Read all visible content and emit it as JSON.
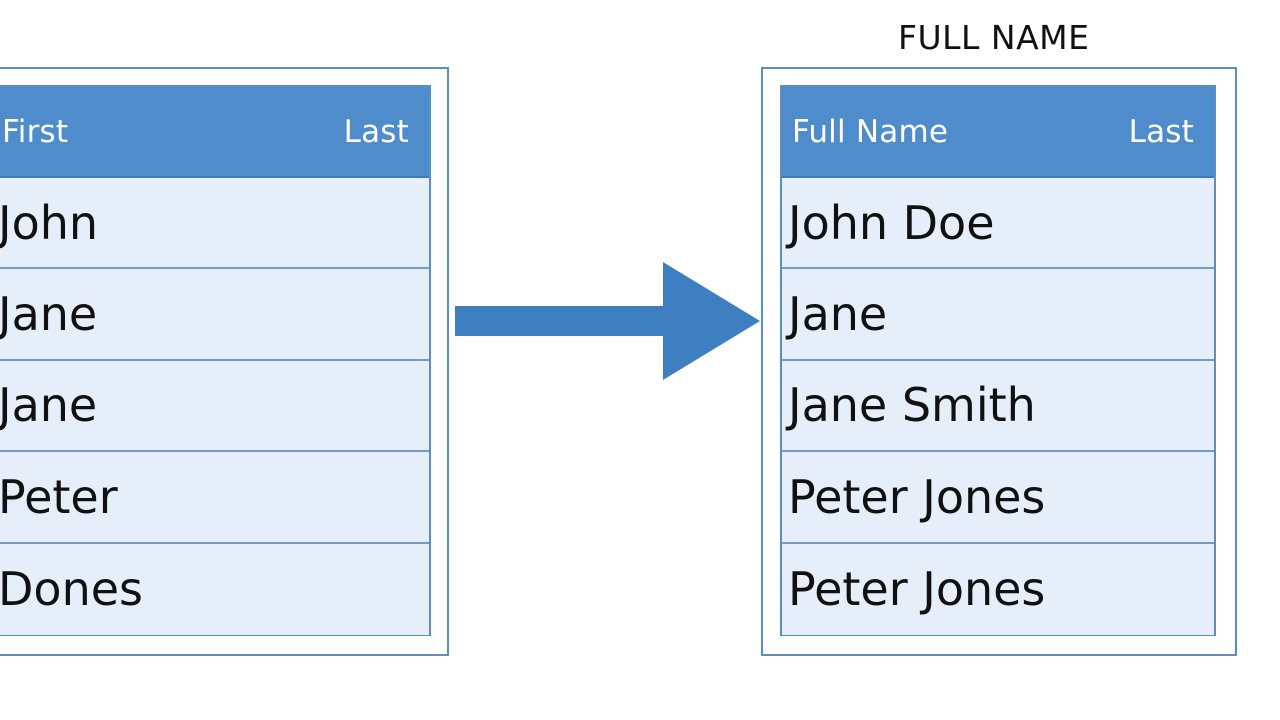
{
  "source_table": {
    "headers": [
      "First",
      "Last"
    ],
    "rows": [
      "John",
      "Jane",
      "Jane",
      "Peter",
      "Dones"
    ]
  },
  "result_table": {
    "title": "FULL NAME",
    "headers": [
      "Full Name",
      "Last"
    ],
    "rows": [
      "John Doe",
      "Jane",
      "Jane Smith",
      "Peter Jones",
      "Peter Jones"
    ]
  },
  "colors": {
    "header_blue": "#4f8ccb",
    "row_fill": "#e6eef9",
    "border_blue": "#5a8fc4",
    "arrow_blue": "#3d7fc1"
  },
  "icons": {
    "transform_arrow": "arrow-right-icon"
  }
}
